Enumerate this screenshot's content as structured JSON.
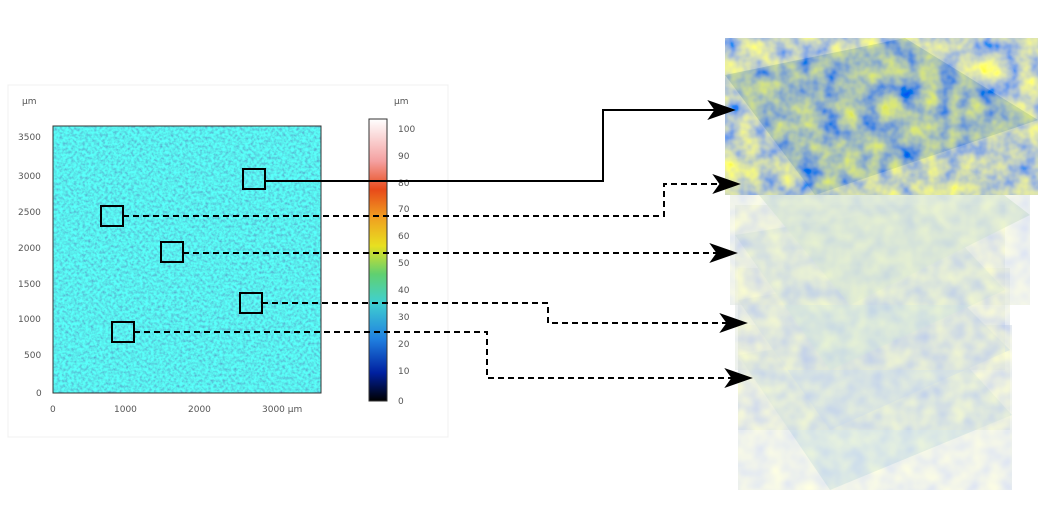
{
  "map": {
    "unit_y": "µm",
    "unit_x": "µm",
    "y_ticks": [
      "3500",
      "3000",
      "2500",
      "2000",
      "1500",
      "1000",
      "500",
      "0"
    ],
    "x_ticks": [
      "0",
      "1000",
      "2000",
      "3000 µm"
    ]
  },
  "colorbar": {
    "unit": "µm",
    "ticks": [
      "100",
      "90",
      "80",
      "70",
      "60",
      "50",
      "40",
      "30",
      "20",
      "10",
      "0"
    ],
    "colors": [
      "#ffffff",
      "#f08080",
      "#e84a1a",
      "#f0a020",
      "#e8e020",
      "#30c080",
      "#40d0d0",
      "#2080e0",
      "#0030a0",
      "#000000"
    ]
  },
  "surface": {
    "layer_count": 5,
    "top_colors": [
      "#1a6fb8",
      "#2a8fc0",
      "#38b0a0",
      "#d0b040",
      "#c08030"
    ],
    "faded_colors": [
      "#a9d8e8",
      "#cfe6c8",
      "#b7c6ea",
      "#e2e6b0"
    ]
  },
  "connectors": [
    {
      "from": "region-1",
      "to": "layer-1",
      "style": "solid"
    },
    {
      "from": "region-2",
      "to": "layer-2",
      "style": "dashed"
    },
    {
      "from": "region-3",
      "to": "layer-3",
      "style": "dashed"
    },
    {
      "from": "region-4",
      "to": "layer-4",
      "style": "dashed"
    },
    {
      "from": "region-5",
      "to": "layer-5",
      "style": "dashed"
    }
  ]
}
